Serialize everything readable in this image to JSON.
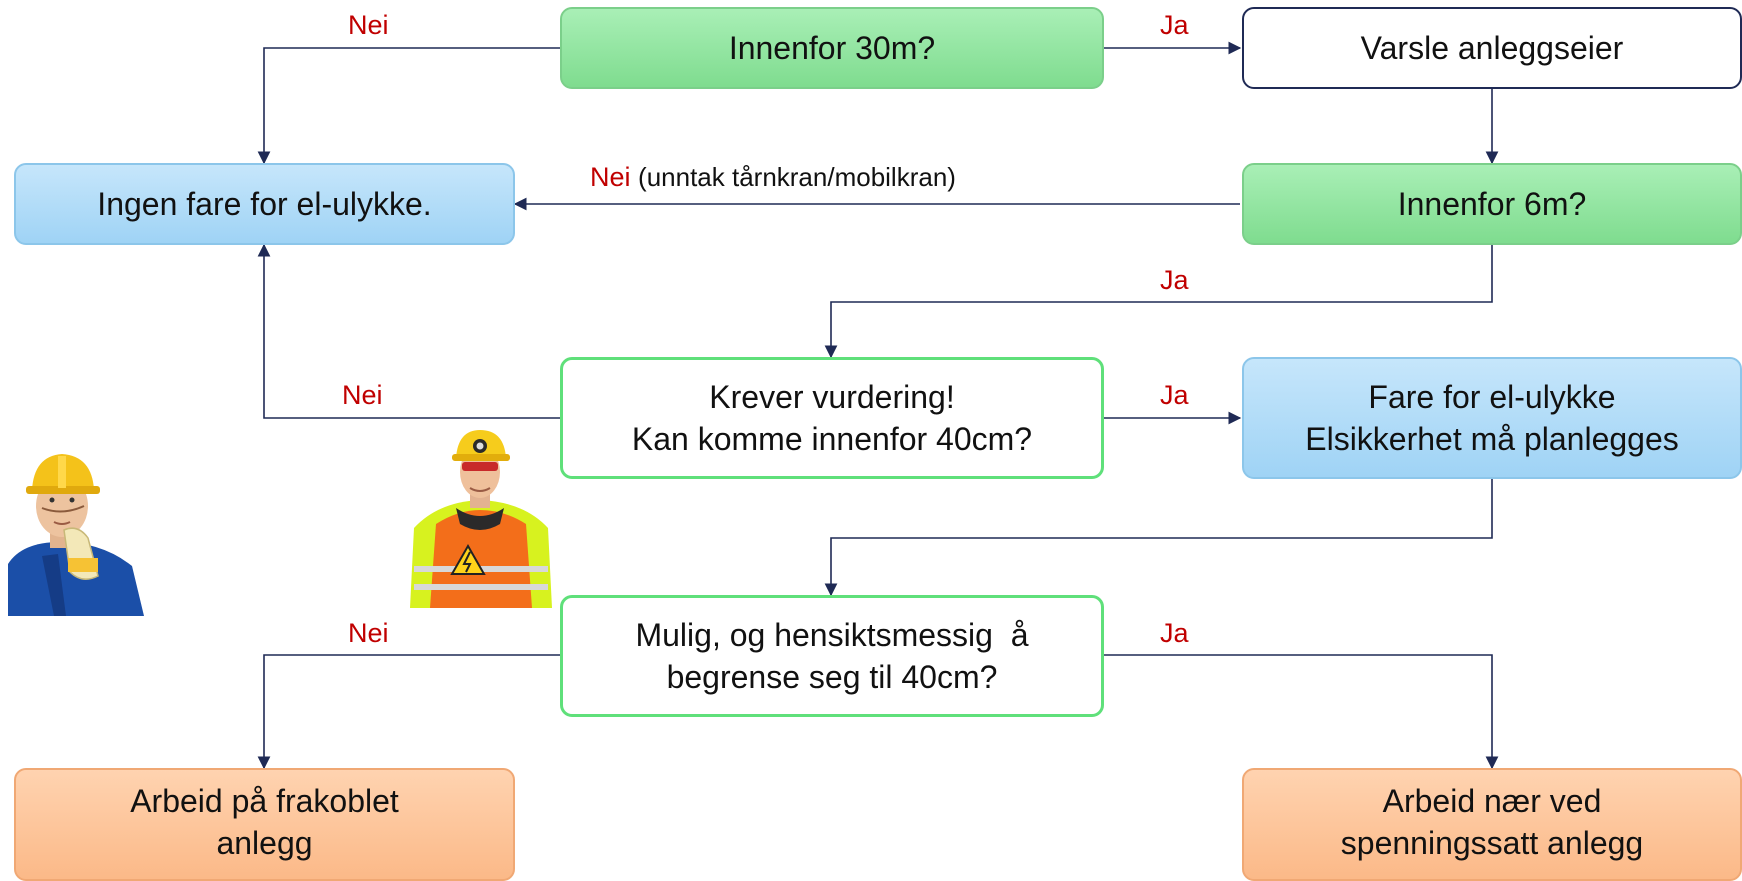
{
  "nodes": {
    "q30": "Innenfor 30m?",
    "varsle": "Varsle anleggseier",
    "ingen": "Ingen fare for el-ulykke.",
    "q6": "Innenfor 6m?",
    "krever": [
      "Krever vurdering!",
      "Kan komme innenfor 40cm?"
    ],
    "fare": [
      "Fare for el-ulykke",
      "Elsikkerhet må planlegges"
    ],
    "mulig": [
      "Mulig, og hensiktsmessig  å",
      "begrense seg til 40cm?"
    ],
    "frakoblet": [
      "Arbeid på frakoblet",
      "anlegg"
    ],
    "spenning": [
      "Arbeid nær ved",
      "spenningssatt anlegg"
    ]
  },
  "labels": {
    "nei": "Nei",
    "ja": "Ja",
    "exception": "(unntak tårnkran/mobilkran)"
  },
  "colors": {
    "line": "#1f2a55",
    "label_red": "#c00000",
    "green": "#7fdc8f",
    "blue": "#9fd3f5",
    "orange": "#fbb988",
    "green_border": "#5fe07a"
  }
}
